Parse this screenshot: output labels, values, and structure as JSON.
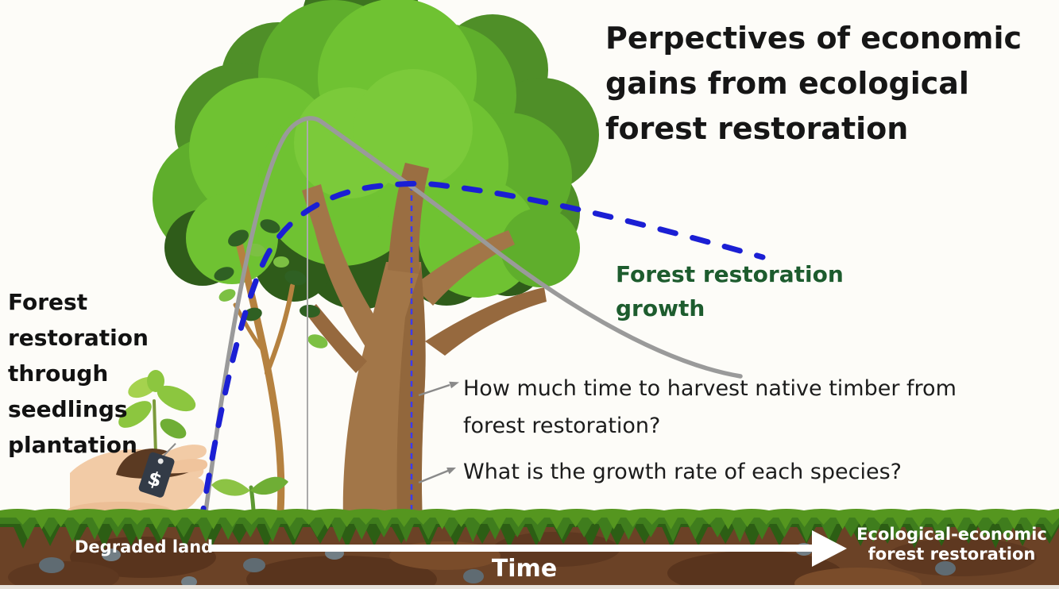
{
  "title": "Perpectives of economic\ngains from ecological\nforest restoration",
  "left_caption": "Forest\nrestoration\nthrough\nseedlings\nplantation",
  "growth_curve_label": "Forest restoration\ngrowth",
  "questions": {
    "harvest_time": "How much time to harvest native timber from\nforest restoration?",
    "growth_rate": "What is the growth rate of each species?"
  },
  "timeline": {
    "start_label": "Degraded land",
    "axis_label": "Time",
    "end_label": "Ecological-economic\nforest restoration"
  },
  "price_tag_symbol": "$",
  "colors": {
    "growth_curve_blue": "#1b1fd4",
    "harvest_curve_gray": "#9a9a9a",
    "growth_label_green": "#1d5c2e",
    "soil_brown": "#6b4226",
    "grass_green": "#3f7d1d",
    "ground_text_white": "#ffffff",
    "title_black": "#161616"
  }
}
